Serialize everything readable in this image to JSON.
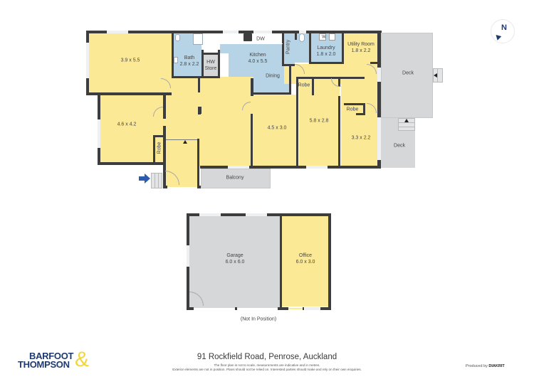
{
  "floorplan": {
    "rooms": [
      {
        "id": "bedroom1",
        "label": "3.9 x 5.5"
      },
      {
        "id": "bedroom2",
        "label": "4.6 x 4.2"
      },
      {
        "id": "bath",
        "name": "Bath",
        "dims": "2.8 x 2.2"
      },
      {
        "id": "hw_store",
        "name": "HW",
        "sub": "Store"
      },
      {
        "id": "kitchen",
        "name": "Kitchen",
        "dims": "4.0 x 5.5"
      },
      {
        "id": "dining",
        "name": "Dining"
      },
      {
        "id": "dw",
        "name": "DW"
      },
      {
        "id": "pantry",
        "name": "Pantry"
      },
      {
        "id": "laundry",
        "name": "Laundry",
        "dims": "1.8 x 2.0",
        "appliance": "W"
      },
      {
        "id": "utility",
        "name": "Utility Room",
        "dims": "1.8 x 2.2"
      },
      {
        "id": "bedroom3",
        "label": "4.5 x 3.0"
      },
      {
        "id": "bedroom4",
        "label": "5.8 x 2.8"
      },
      {
        "id": "bedroom5",
        "label": "3.3 x 2.2"
      },
      {
        "id": "robe1",
        "name": "Robe"
      },
      {
        "id": "robe2",
        "name": "Robe"
      },
      {
        "id": "robe3",
        "name": "Robe"
      },
      {
        "id": "deck1",
        "name": "Deck"
      },
      {
        "id": "deck2",
        "name": "Deck"
      },
      {
        "id": "balcony",
        "name": "Balcony"
      },
      {
        "id": "garage",
        "name": "Garage",
        "dims": "6.0 x 6.0"
      },
      {
        "id": "office",
        "name": "Office",
        "dims": "6.0 x 3.0"
      }
    ],
    "not_in_position": "(Not In Position)",
    "compass": "N"
  },
  "footer": {
    "brand_line1": "BARFOOT",
    "brand_line2": "THOMPSON",
    "brand_amp": "&",
    "address": "91 Rockfield Road, Penrose, Auckland",
    "disclaimer1": "The floor plan is not to scale, measurements are indicative and in metres.",
    "disclaimer2": "Exterior elements are not in position. Plans should not be relied on. Interested parties should make and rely on their own enquiries.",
    "produced_by": "Produced by",
    "producer": "DIAKRIT"
  },
  "colors": {
    "room_yellow": "#fce995",
    "room_blue": "#b7d4e6",
    "outdoor_grey": "#d6d7d8",
    "wall": "#3d3d3d",
    "brand_navy": "#1f3a6e",
    "brand_gold": "#f2d63a",
    "entry_arrow": "#2b5cae"
  }
}
